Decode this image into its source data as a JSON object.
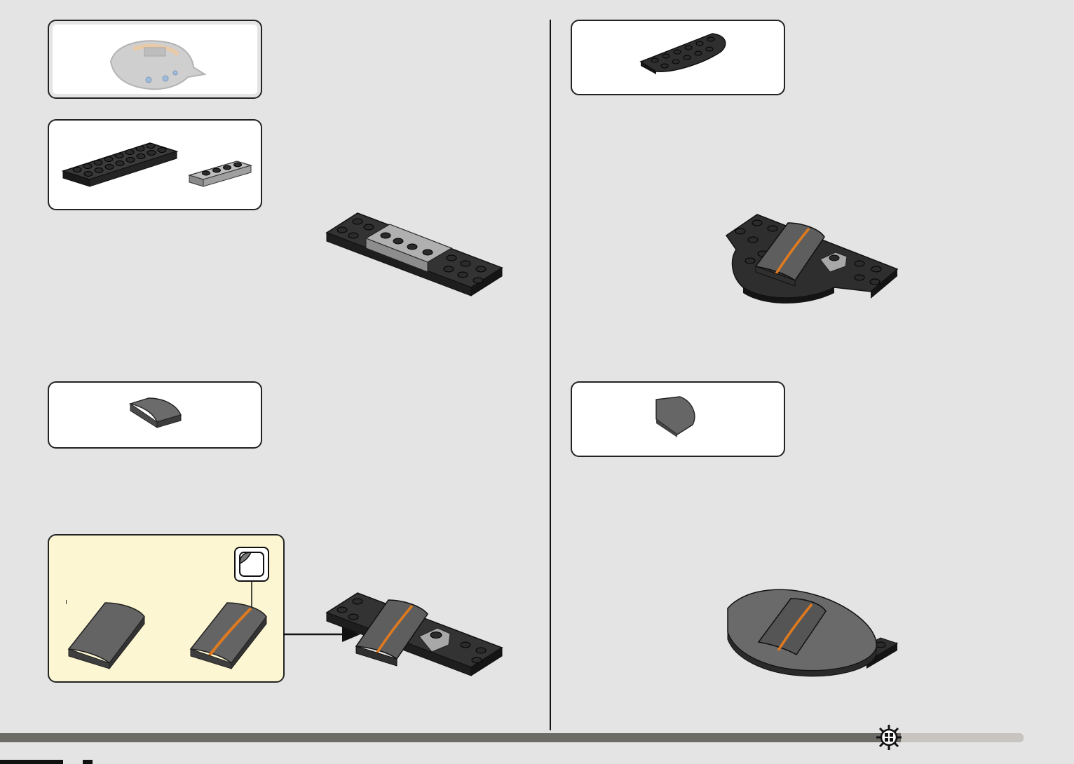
{
  "page": {
    "background": "#e4e4e4",
    "colors": {
      "black_brick": "#2b2b2b",
      "black_brick_side": "#111111",
      "dark_gray_brick": "#5e5e5e",
      "light_gray_brick": "#a8a8a8",
      "decal_stripe": "#e07a1f",
      "callout_yellow": "#fdf6d2",
      "bar_dark": "#6d6b66",
      "bar_light": "#c8c5c0"
    }
  },
  "left_column": {
    "steps": [
      {
        "id": "overview",
        "parts": [
          "completed-model-preview"
        ]
      },
      {
        "id": "step-a",
        "parts": [
          "plate-2x8-black",
          "plate-1x4-light-gray"
        ]
      },
      {
        "id": "step-b",
        "parts": [
          "slope-curved-2x2-dark-gray"
        ]
      },
      {
        "id": "step-c",
        "parts": [
          "slope-curved-2x2-dark-gray",
          "slope-curved-2x2-dark-gray-with-sticker"
        ],
        "sticker_callout": "sticker-icon"
      }
    ]
  },
  "right_column": {
    "steps": [
      {
        "id": "step-d",
        "parts": [
          "wedge-plate-half-round-black"
        ]
      },
      {
        "id": "step-e",
        "parts": [
          "slope-round-corner-dark-gray"
        ]
      }
    ]
  },
  "footer": {
    "progress_fraction": 0.88,
    "icon": "gear-icon"
  }
}
